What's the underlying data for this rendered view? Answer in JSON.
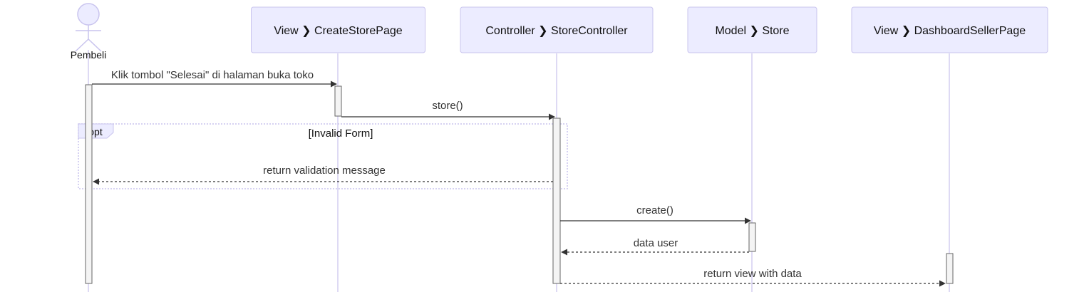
{
  "participants": [
    {
      "id": "pembeli",
      "label": "Pembeli",
      "kind": "actor"
    },
    {
      "id": "createstore",
      "label": "View ❯ CreateStorePage",
      "kind": "box"
    },
    {
      "id": "storecontroller",
      "label": "Controller ❯ StoreController",
      "kind": "box"
    },
    {
      "id": "store",
      "label": "Model ❯ Store",
      "kind": "box"
    },
    {
      "id": "dashboard",
      "label": "View ❯ DashboardSellerPage",
      "kind": "box"
    }
  ],
  "messages": [
    {
      "text": "Klik tombol \"Selesai\" di halaman buka toko",
      "from": "pembeli",
      "to": "createstore",
      "style": "solid"
    },
    {
      "text": "store()",
      "from": "createstore",
      "to": "storecontroller",
      "style": "solid"
    },
    {
      "text": "return validation message",
      "from": "storecontroller",
      "to": "pembeli",
      "style": "dashed"
    },
    {
      "text": "create()",
      "from": "storecontroller",
      "to": "store",
      "style": "solid"
    },
    {
      "text": "data user",
      "from": "store",
      "to": "storecontroller",
      "style": "dashed"
    },
    {
      "text": "return view with data",
      "from": "storecontroller",
      "to": "dashboard",
      "style": "dashed"
    }
  ],
  "fragment": {
    "keyword": "opt",
    "condition": "[Invalid Form]"
  },
  "colors": {
    "box_fill": "#ececff",
    "box_stroke": "#c9c4ee",
    "lifeline": "#d3cdf0",
    "activation_fill": "#f4f4f4",
    "activation_stroke": "#666666",
    "arrow": "#333333",
    "text": "#333333",
    "fragment_stroke": "#c9c4ee"
  }
}
